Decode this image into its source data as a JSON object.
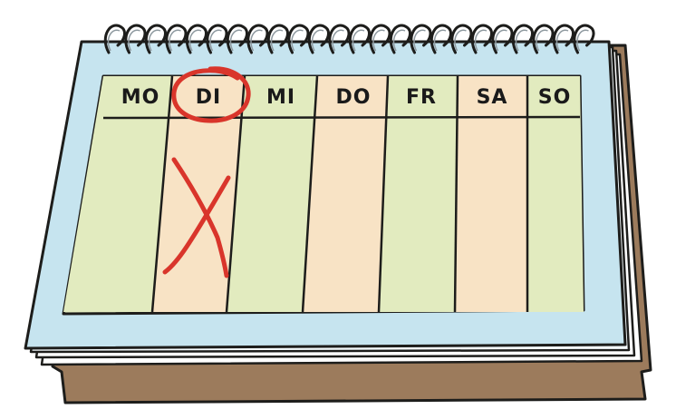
{
  "calendar": {
    "days": [
      "MO",
      "DI",
      "MI",
      "DO",
      "FR",
      "SA",
      "SO"
    ],
    "highlighted_day": "DI",
    "crossed_day": "DI",
    "colors": {
      "green_column": "#e2ebbf",
      "peach_column": "#f8e3c5",
      "frame": "#c6e4ef",
      "outline": "#1d1d1b",
      "cardboard": "#9c7b5c",
      "ring_wire": "#8f9aa0",
      "marker_red": "#d9352b"
    }
  }
}
